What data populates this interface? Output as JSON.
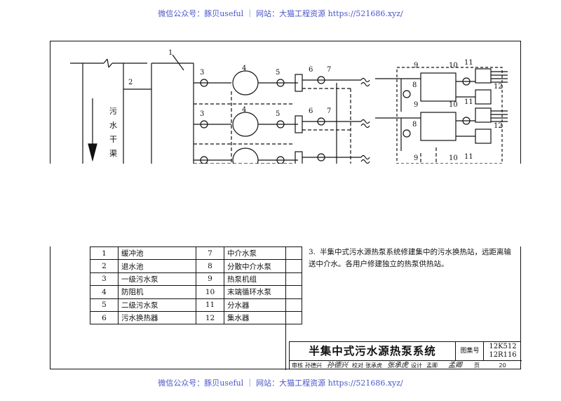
{
  "watermark": "微信公众号：豚贝useful ｜ 网站：大猫工程资源 https://521686.xyz/",
  "diagram": {
    "channel_label_chars": [
      "污",
      "水",
      "干",
      "渠"
    ],
    "callouts": [
      "1",
      "2",
      "3",
      "4",
      "5",
      "6",
      "7",
      "8",
      "9",
      "10",
      "11",
      "12"
    ]
  },
  "legend": [
    {
      "no": "1",
      "name": "缓冲池",
      "no2": "7",
      "name2": "中介水泵"
    },
    {
      "no": "2",
      "name": "退水池",
      "no2": "8",
      "name2": "分散中介水泵"
    },
    {
      "no": "3",
      "name": "一级污水泵",
      "no2": "9",
      "name2": "热泵机组"
    },
    {
      "no": "4",
      "name": "防阻机",
      "no2": "10",
      "name2": "末端循环水泵"
    },
    {
      "no": "5",
      "name": "二级污水泵",
      "no2": "11",
      "name2": "分水器"
    },
    {
      "no": "6",
      "name": "污水换热器",
      "no2": "12",
      "name2": "集水器"
    }
  ],
  "note": {
    "number": "3.",
    "text": "半集中式污水源热泵系统修建集中的污水换热站，远距离输送中介水。各用户修建独立的热泵供热站。"
  },
  "titleblock": {
    "title": "半集中式污水源热泵系统",
    "atlas_label": "图集号",
    "atlas_no_1": "12K512",
    "atlas_no_2": "12R116",
    "review_label": "审核",
    "reviewer": "孙德兴",
    "reviewer_sig": "孙德兴",
    "check_label": "校对",
    "checker": "张承虎",
    "checker_sig": "张承虎",
    "design_label": "设计",
    "designer": "孟卿",
    "designer_sig": "孟卿",
    "page_label": "页",
    "page_no": "20"
  }
}
